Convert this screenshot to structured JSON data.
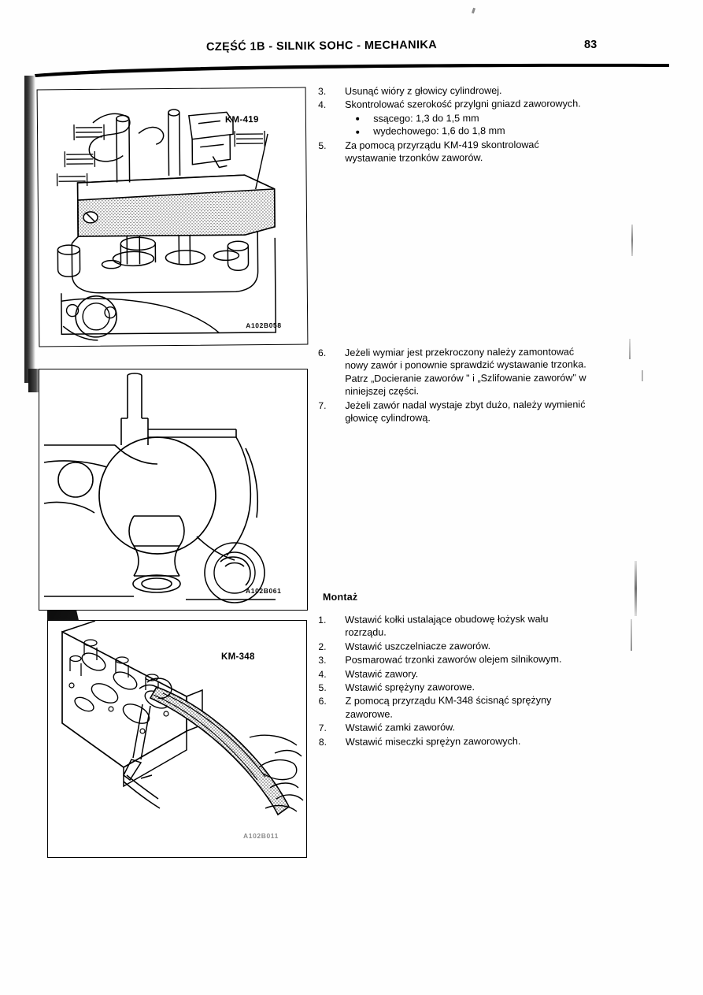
{
  "header": {
    "title": "CZĘŚĆ 1B - SILNIK SOHC - MECHANIKA",
    "page_number": "83"
  },
  "figures": [
    {
      "name": "cylinder-head-with-km419-gauge",
      "tool_label": "KM-419",
      "code": "A102B058"
    },
    {
      "name": "valve-stem-section-view",
      "tool_label": "",
      "code": "A102B061"
    },
    {
      "name": "cylinder-head-with-km348-compressor",
      "tool_label": "KM-348",
      "code": "A102B011"
    }
  ],
  "blocks": {
    "inspection": {
      "steps": [
        {
          "num": "3.",
          "lines": [
            "Usunąć wióry z głowicy cylindrowej."
          ]
        },
        {
          "num": "4.",
          "lines": [
            "Skontrolować szerokość przylgni gniazd zaworowych."
          ],
          "bullets": [
            "ssącego: 1,3 do 1,5 mm",
            "wydechowego: 1,6 do 1,8 mm"
          ]
        },
        {
          "num": "5.",
          "lines": [
            "Za pomocą przyrządu KM-419 skontrolować",
            "wystawanie trzonków zaworów."
          ]
        }
      ]
    },
    "replacement": {
      "steps": [
        {
          "num": "6.",
          "lines": [
            "Jeżeli wymiar jest przekroczony należy zamontować",
            "nowy zawór i ponownie sprawdzić wystawanie trzonka.",
            "Patrz „Docieranie zaworów \" i „Szlifowanie zaworów\" w",
            "niniejszej części."
          ]
        },
        {
          "num": "7.",
          "lines": [
            "Jeżeli zawór nadal wystaje zbyt dużo, należy wymienić",
            "głowicę cylindrową."
          ]
        }
      ]
    },
    "assembly": {
      "heading": "Montaż",
      "steps": [
        {
          "num": "1.",
          "lines": [
            "Wstawić kołki ustalające obudowę łożysk wału",
            "rozrządu."
          ]
        },
        {
          "num": "2.",
          "lines": [
            "Wstawić uszczelniacze zaworów."
          ]
        },
        {
          "num": "3.",
          "lines": [
            "Posmarować trzonki zaworów olejem silnikowym."
          ]
        },
        {
          "num": "4.",
          "lines": [
            "Wstawić zawory."
          ]
        },
        {
          "num": "5.",
          "lines": [
            "Wstawić sprężyny zaworowe."
          ]
        },
        {
          "num": "6.",
          "lines": [
            "Z pomocą  przyrządu KM-348 ścisnąć sprężyny",
            "zaworowe."
          ]
        },
        {
          "num": "7.",
          "lines": [
            "Wstawić zamki zaworów."
          ]
        },
        {
          "num": "8.",
          "lines": [
            "Wstawić miseczki sprężyn zaworowych."
          ]
        }
      ]
    }
  }
}
